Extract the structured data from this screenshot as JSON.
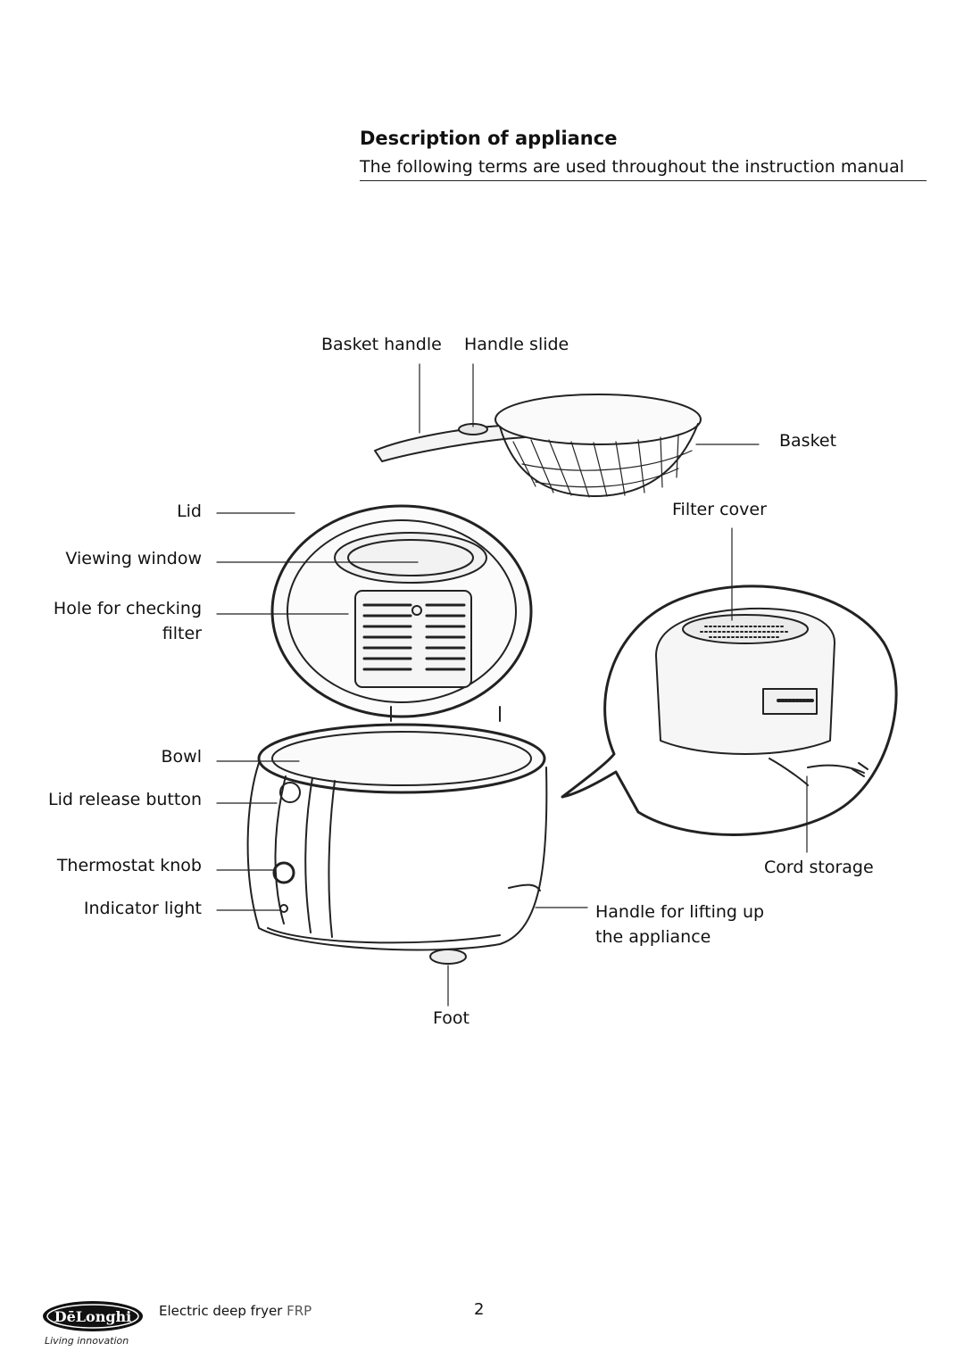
{
  "header": {
    "title": "Description of appliance",
    "subtitle": "The following terms are used throughout the instruction manual"
  },
  "labels": {
    "basket_handle": "Basket handle",
    "handle_slide": "Handle slide",
    "basket": "Basket",
    "lid": "Lid",
    "filter_cover": "Filter cover",
    "viewing_window": "Viewing window",
    "hole_for_checking_line1": "Hole for checking",
    "hole_for_checking_line2": "filter",
    "bowl": "Bowl",
    "lid_release_button": "Lid release button",
    "thermostat_knob": "Thermostat knob",
    "cord_storage": "Cord storage",
    "indicator_light": "Indicator light",
    "handle_lifting_line1": "Handle for lifting up",
    "handle_lifting_line2": "the appliance",
    "foot": "Foot"
  },
  "footer": {
    "brand": "DēLonghi",
    "tagline": "Living innovation",
    "model_text": "Electric deep fryer",
    "model_code": "FRP",
    "page_number": "2"
  }
}
